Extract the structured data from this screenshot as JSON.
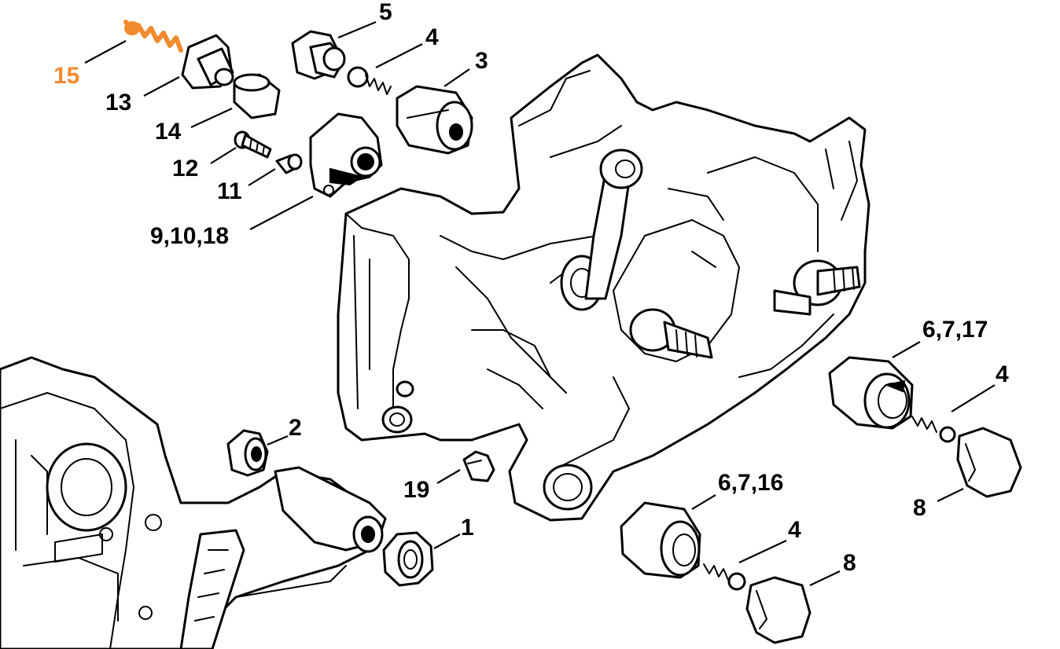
{
  "highlight_color": "#f28a2e",
  "line_color": "#000000",
  "callouts": {
    "c15": "15",
    "c13": "13",
    "c14": "14",
    "c12": "12",
    "c11": "11",
    "c9_10_18": "9,10,18",
    "c5": "5",
    "c4a": "4",
    "c3": "3",
    "c6_7_17": "6,7,17",
    "c4b": "4",
    "c8a": "8",
    "c2": "2",
    "c19": "19",
    "c1": "1",
    "c6_7_16": "6,7,16",
    "c4c": "4",
    "c8b": "8"
  }
}
